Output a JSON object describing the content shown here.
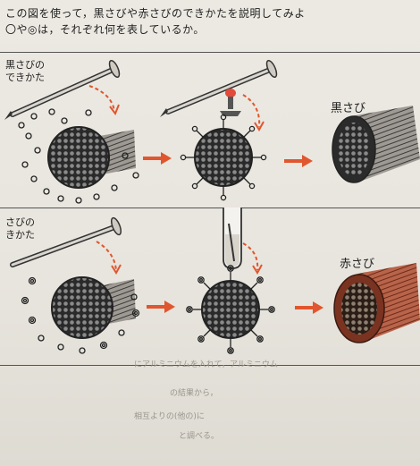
{
  "instructions": {
    "line1": "この図を使って，黒さびや赤さびのできかたを説明してみよ",
    "line2": "〇や◎は，それぞれ何を表しているか。"
  },
  "panel_top": {
    "title_line1": "黒さびの",
    "title_line2": "できかた",
    "result_label": "黒さび"
  },
  "panel_bottom": {
    "title_line1": "さびの",
    "title_line2": "きかた",
    "result_label": "赤さび"
  },
  "background_text": {
    "line1": "にアルミニウムを入れて，アルミニウム",
    "line2": "の結果から，",
    "line3": "相互よりの(他の)に",
    "line4": "と調べる。"
  },
  "colors": {
    "arrow": "#e0562e",
    "rust_red": "#a34a2c",
    "ink": "#222222"
  }
}
